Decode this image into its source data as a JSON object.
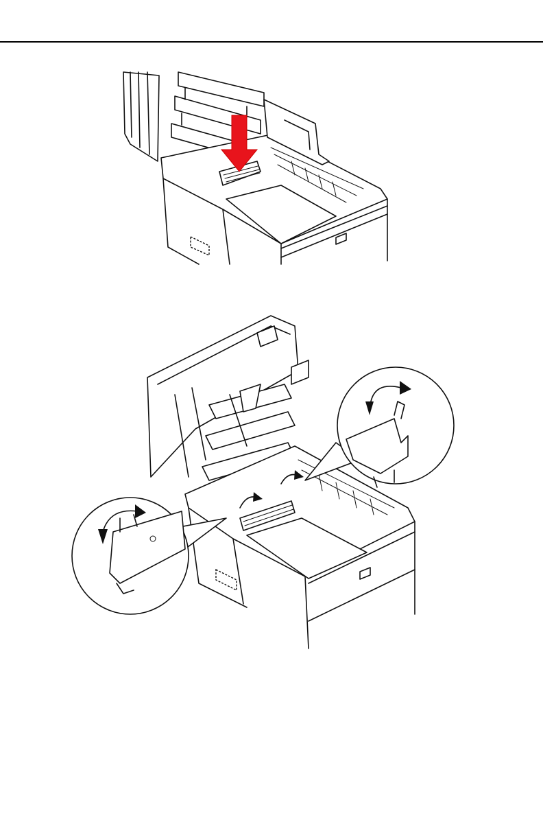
{
  "page": {
    "rule_color": "#000000",
    "accent_arrow_color": "#e8141c"
  },
  "figures": [
    {
      "id": "fig1",
      "subject": "printer-open-drum-insert",
      "icons": [
        "printer-icon",
        "red-down-arrow-icon"
      ]
    },
    {
      "id": "fig2",
      "subject": "printer-open-lock-levers",
      "icons": [
        "printer-icon",
        "left-lever-rotate-arrow-icon",
        "right-lever-rotate-arrow-icon"
      ]
    }
  ]
}
